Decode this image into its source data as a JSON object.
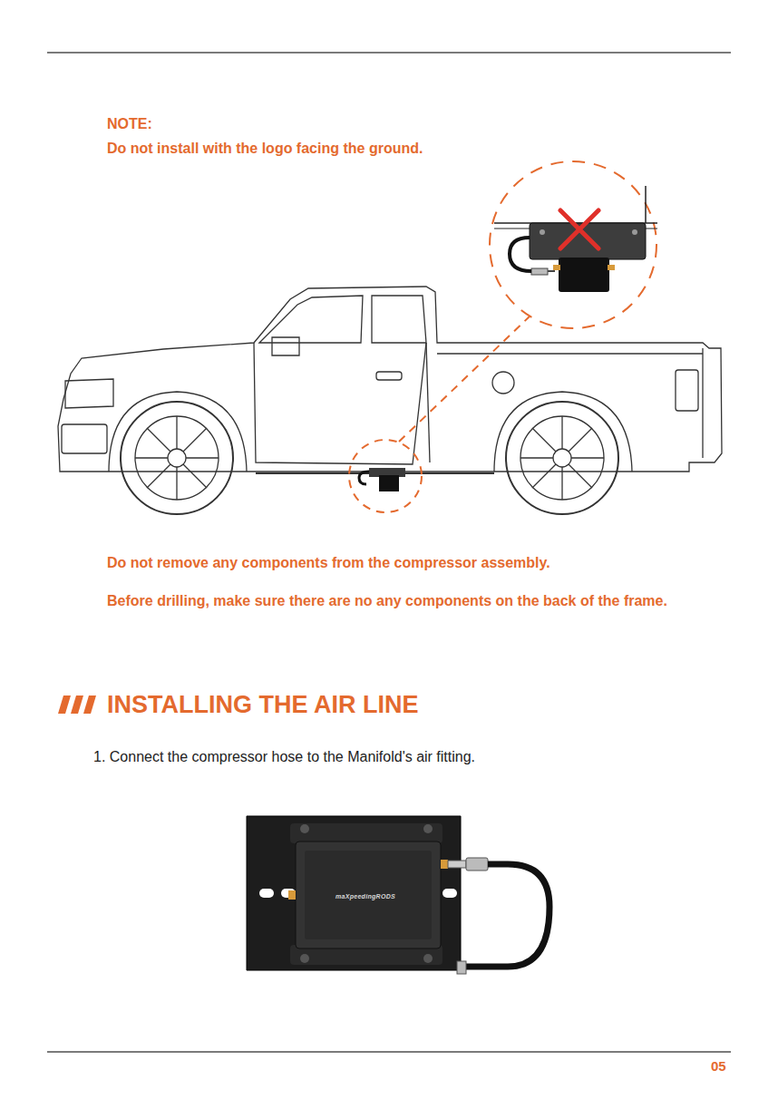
{
  "diagram": {
    "title": "INSTALLING THE AIR LINE",
    "labels": [
      "NOTE:",
      "Do not install with the logo facing the ground.",
      "Do not remove any components from the compressor assembly.",
      "Before drilling, make sure there are no any components on the back of the frame.",
      "1. Connect the compressor hose to the Manifold's air fitting.",
      "maXpeedingRODS",
      "05"
    ]
  }
}
